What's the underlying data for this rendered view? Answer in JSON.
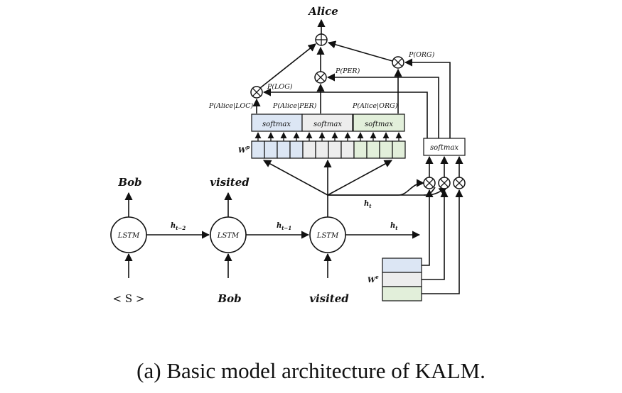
{
  "caption": "(a) Basic model architecture of KALM.",
  "output_word": "Alice",
  "lstm_label": "LSTM",
  "inputs": [
    "< S >",
    "Bob",
    "visited"
  ],
  "outputs": [
    "Bob",
    "visited"
  ],
  "hidden": {
    "h_t_minus_2": "h",
    "h_t_minus_2_sub": "t−2",
    "h_t_minus_1": "h",
    "h_t_minus_1_sub": "t−1",
    "h_t": "h",
    "h_t_sub": "t"
  },
  "probs": {
    "p_log": "P(LOG)",
    "p_per": "P(PER)",
    "p_org": "P(ORG)",
    "p_alice_loc": "P(Alice|LOC)",
    "p_alice_per": "P(Alice|PER)",
    "p_alice_org": "P(Alice|ORG)"
  },
  "softmax_label": "softmax",
  "wp": "W",
  "wp_sup": "p",
  "we": "W",
  "we_sup": "e",
  "ellipsis": "...",
  "colors": {
    "loc": "#dce6f4",
    "per": "#ededed",
    "org": "#e2efda"
  }
}
